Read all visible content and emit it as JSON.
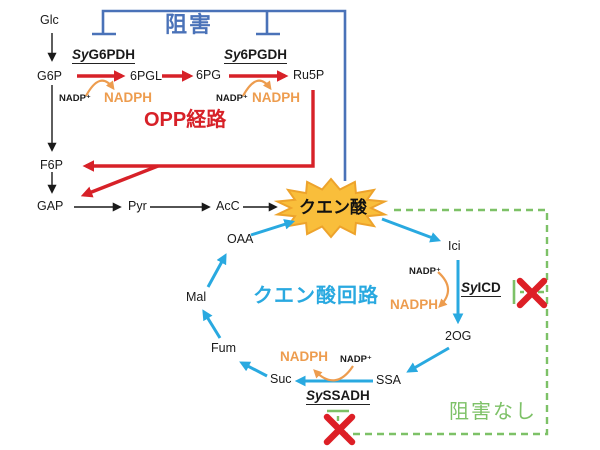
{
  "diagram": {
    "inhibition_label": "阻害",
    "opp_label": "OPP経路",
    "citrate_label": "クエン酸",
    "tca_label": "クエン酸回路",
    "no_inhibition_label": "阻害なし",
    "metabolites": {
      "glc": "Glc",
      "g6p": "G6P",
      "pgl": "6PGL",
      "pg": "6PG",
      "ru5p": "Ru5P",
      "f6p": "F6P",
      "gap": "GAP",
      "pyr": "Pyr",
      "acc": "AcC",
      "ici": "Ici",
      "og": "2OG",
      "ssa": "SSA",
      "suc": "Suc",
      "fum": "Fum",
      "mal": "Mal",
      "oaa": "OAA"
    },
    "cofactors": {
      "nadp": "NADP⁺",
      "nadph": "NADPH"
    },
    "enzymes": {
      "g6pdh": {
        "prefix": "Sy",
        "name": "G6PDH"
      },
      "pgdh": {
        "prefix": "Sy",
        "name": "6PGDH"
      },
      "icd": {
        "prefix": "Sy",
        "name": "ICD"
      },
      "ssadh": {
        "prefix": "Sy",
        "name": "SSADH"
      }
    },
    "colors": {
      "red": "#D72128",
      "blue": "#4A72B8",
      "cyan": "#29A9E0",
      "orange": "#ED9C4E",
      "green": "#7DC167",
      "star_fill": "#F9BE3B",
      "star_stroke": "#EDA32C"
    }
  }
}
